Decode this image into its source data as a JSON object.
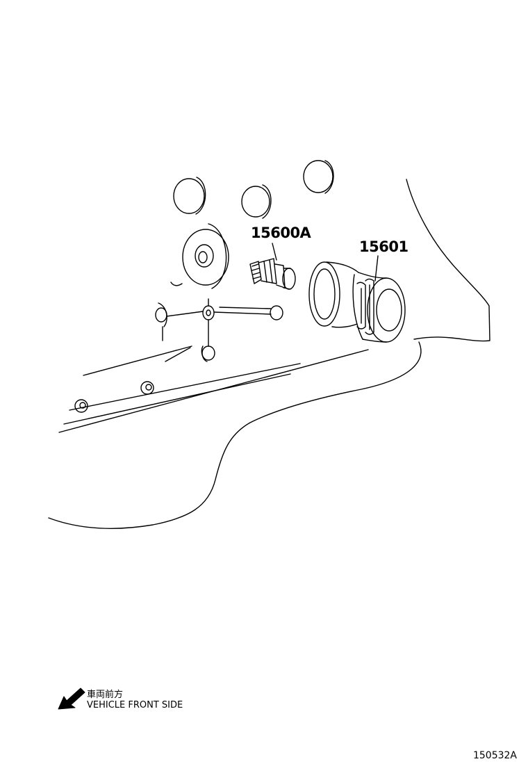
{
  "parts": [
    {
      "id": "oil-pressure-switch",
      "number": "15600A"
    },
    {
      "id": "oil-filter",
      "number": "15601"
    }
  ],
  "direction_legend": {
    "label_jp": "車両前方",
    "label_en": "VEHICLE FRONT SIDE",
    "icon": "arrow-down-left-icon"
  },
  "diagram_id": "150532A",
  "colors": {
    "ink": "#000000",
    "background": "#ffffff"
  }
}
